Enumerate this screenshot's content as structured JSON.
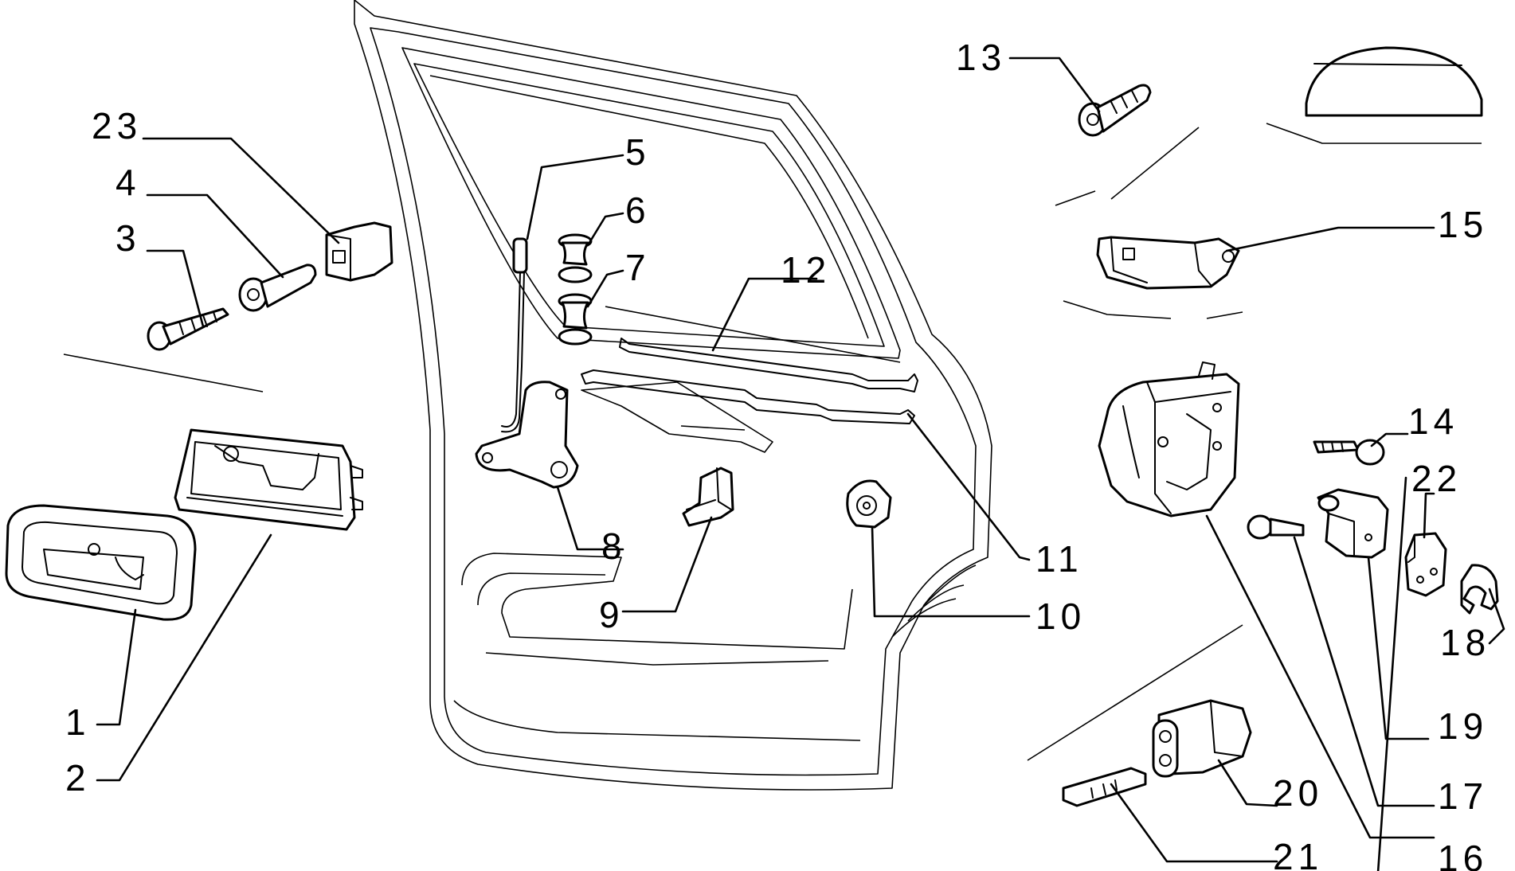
{
  "diagram": {
    "colors": {
      "line": "#000000",
      "background": "#ffffff"
    },
    "callouts": [
      {
        "id": "c1",
        "label": "1"
      },
      {
        "id": "c2",
        "label": "2"
      },
      {
        "id": "c3",
        "label": "3"
      },
      {
        "id": "c4",
        "label": "4"
      },
      {
        "id": "c5",
        "label": "5"
      },
      {
        "id": "c6",
        "label": "6"
      },
      {
        "id": "c7",
        "label": "7"
      },
      {
        "id": "c8",
        "label": "8"
      },
      {
        "id": "c9",
        "label": "9"
      },
      {
        "id": "c10",
        "label": "10"
      },
      {
        "id": "c11",
        "label": "11"
      },
      {
        "id": "c12",
        "label": "12"
      },
      {
        "id": "c13",
        "label": "13"
      },
      {
        "id": "c14",
        "label": "14"
      },
      {
        "id": "c15",
        "label": "15"
      },
      {
        "id": "c16",
        "label": "16"
      },
      {
        "id": "c17",
        "label": "17"
      },
      {
        "id": "c18",
        "label": "18"
      },
      {
        "id": "c19",
        "label": "19"
      },
      {
        "id": "c20",
        "label": "20"
      },
      {
        "id": "c21",
        "label": "21"
      },
      {
        "id": "c22",
        "label": "22"
      },
      {
        "id": "c23",
        "label": "23"
      }
    ]
  }
}
